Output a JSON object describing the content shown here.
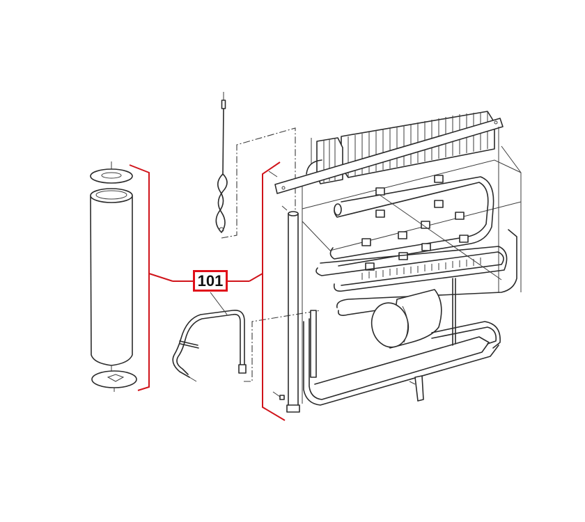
{
  "diagram": {
    "type": "exploded-parts-diagram",
    "subject": "absorption refrigerator cooling unit",
    "callouts": [
      {
        "label": "101",
        "color": "#e0101a"
      }
    ],
    "colors": {
      "line_art": "#2a2a2a",
      "bracket": "#d0131a",
      "background": "#ffffff"
    }
  }
}
